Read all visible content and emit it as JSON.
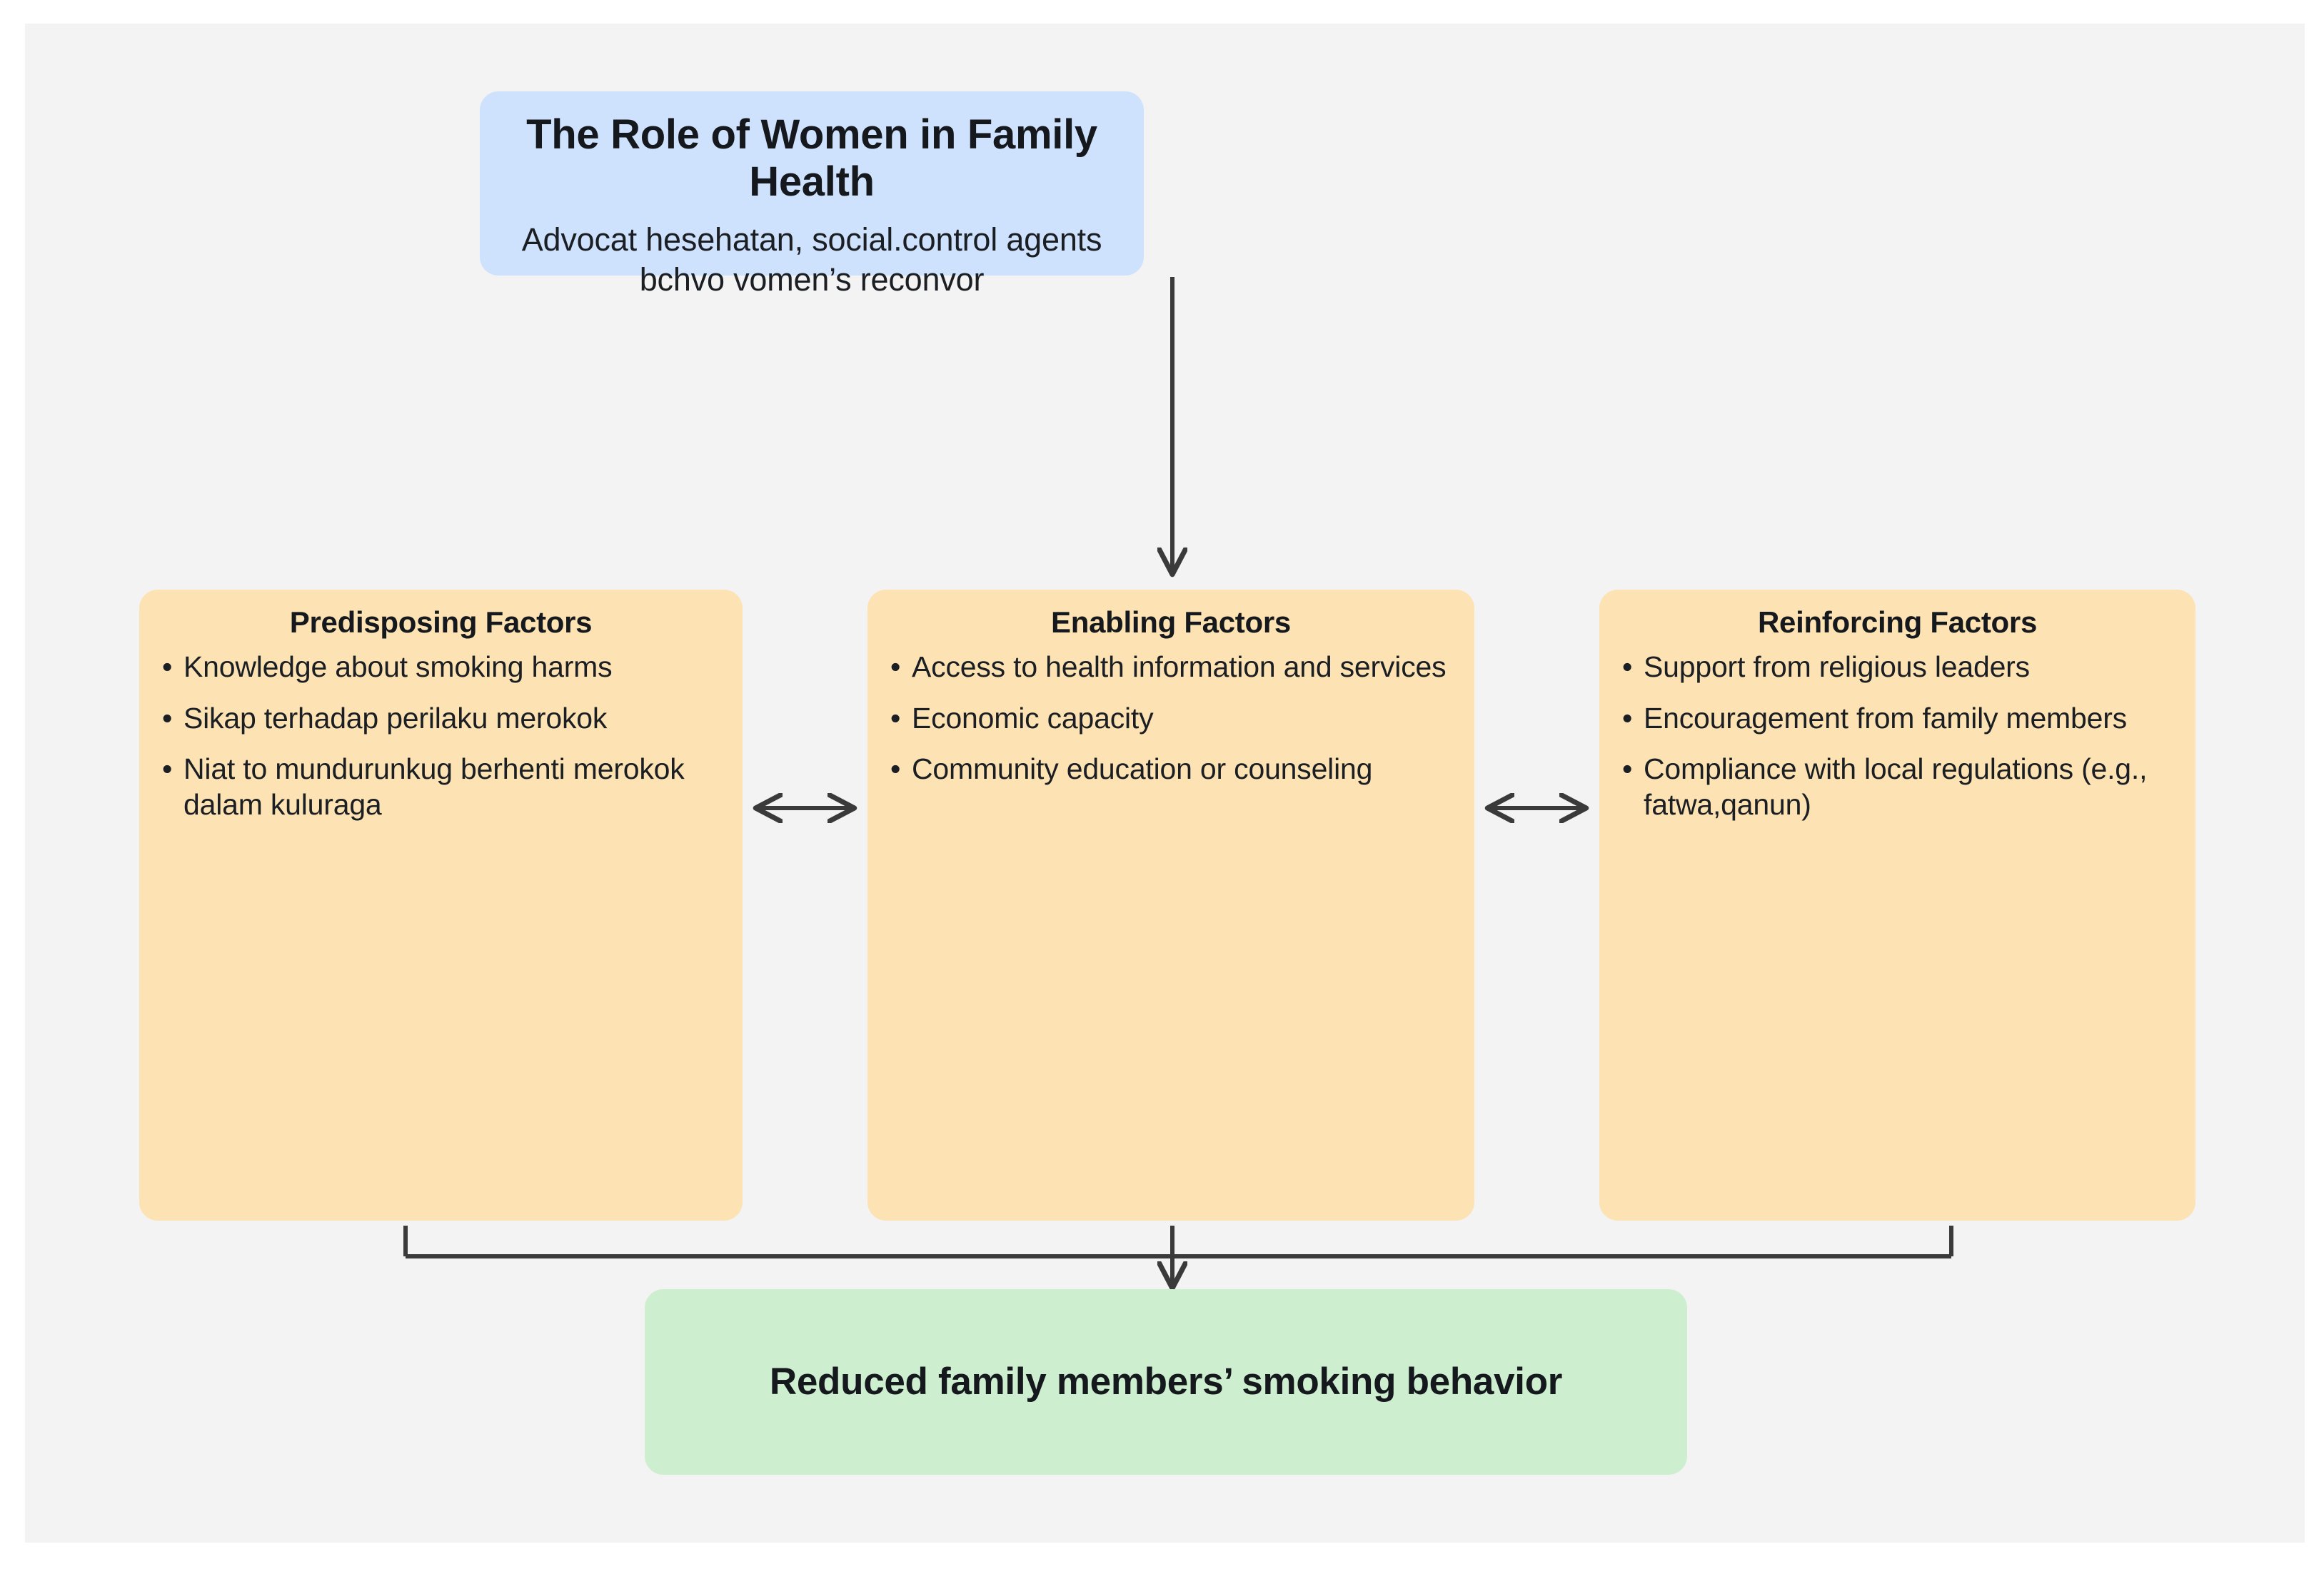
{
  "canvas": {
    "background": "#f3f3f4",
    "page_background": "#ffffff"
  },
  "colors": {
    "title_box": "#cfe2fd",
    "factor_box": "#fde3b4",
    "outcome_box": "#cdefd0",
    "text": "#15181c",
    "connector": "#3a3a3a"
  },
  "title": {
    "heading": "The Role of Women in Family Health",
    "subtitle": "Advocat hesehatan, social.control agents bchvo vomen’s reconvor"
  },
  "factors": [
    {
      "id": "predisposing",
      "heading": "Predisposing Factors",
      "items": [
        "Knowledge about smoking harms",
        "Sikap terhadap perilaku merokok",
        "Niat to mundurunkug berhenti merokok dalam kuluraga"
      ]
    },
    {
      "id": "enabling",
      "heading": "Enabling Factors",
      "items": [
        "Access to health information and services",
        "Economic capacity",
        "Community education or counseling"
      ]
    },
    {
      "id": "reinforcing",
      "heading": "Reinforcing Factors",
      "items": [
        "Support from religious leaders",
        "Encouragement from family members",
        "Compliance with local regulations (e.g., fatwa,qanun)"
      ]
    }
  ],
  "outcome": {
    "text": "Reduced family members’ smoking behavior"
  },
  "bullet": {
    "glyph": "•"
  },
  "connectors": {
    "title_to_enabling": "arrow-down",
    "predisposing_enabling": "arrow-bidirectional",
    "enabling_reinforcing": "arrow-bidirectional",
    "factors_to_outcome": "bracket-arrow-down"
  }
}
